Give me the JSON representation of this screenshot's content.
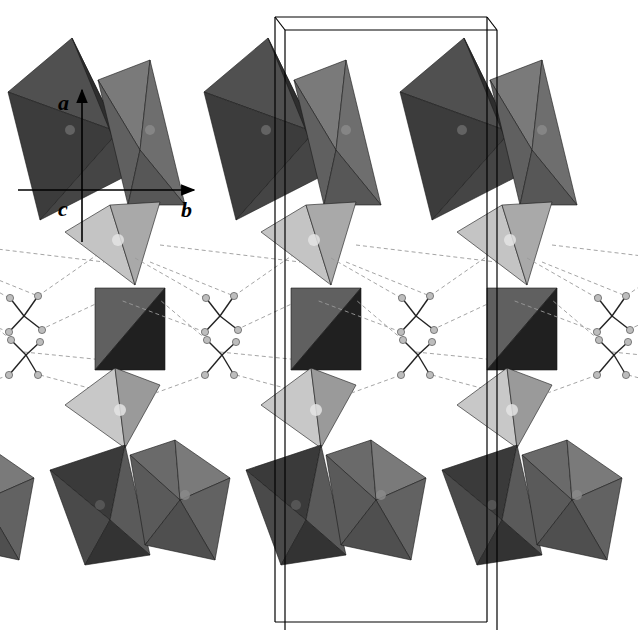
{
  "diagram": {
    "labels": [
      "a",
      "b",
      "c"
    ]
  }
}
